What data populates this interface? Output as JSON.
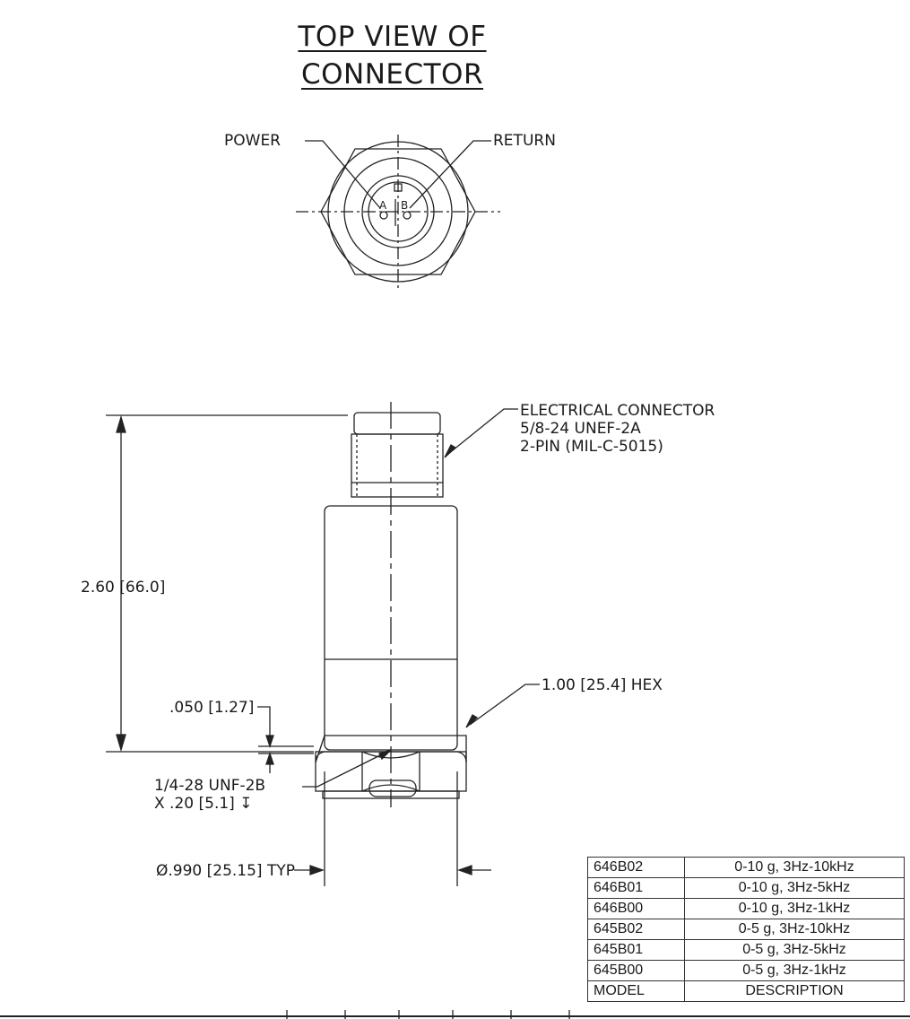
{
  "title": {
    "line1": "TOP VIEW OF",
    "line2": "CONNECTOR"
  },
  "top_view": {
    "power_label": "POWER",
    "return_label": "RETURN",
    "pin_a": "A",
    "pin_b": "B"
  },
  "side_view": {
    "connector_note": [
      "ELECTRICAL CONNECTOR",
      "5/8-24 UNEF-2A",
      "2-PIN (MIL-C-5015)"
    ],
    "height_dim": "2.60 [66.0]",
    "hex_dim": "1.00 [25.4] HEX",
    "base_dim": ".050 [1.27]",
    "thread_note": [
      "1/4-28 UNF-2B",
      "X .20 [5.1] ↧"
    ],
    "diameter_dim": "Ø.990 [25.15] TYP"
  },
  "model_table": {
    "rows": [
      {
        "model": "646B02",
        "description": "0-10 g, 3Hz-10kHz"
      },
      {
        "model": "646B01",
        "description": "0-10 g, 3Hz-5kHz"
      },
      {
        "model": "646B00",
        "description": "0-10 g, 3Hz-1kHz"
      },
      {
        "model": "645B02",
        "description": "0-5 g, 3Hz-10kHz"
      },
      {
        "model": "645B01",
        "description": "0-5 g, 3Hz-5kHz"
      },
      {
        "model": "645B00",
        "description": "0-5 g, 3Hz-1kHz"
      }
    ],
    "header": {
      "model": "MODEL",
      "description": "DESCRIPTION"
    }
  }
}
